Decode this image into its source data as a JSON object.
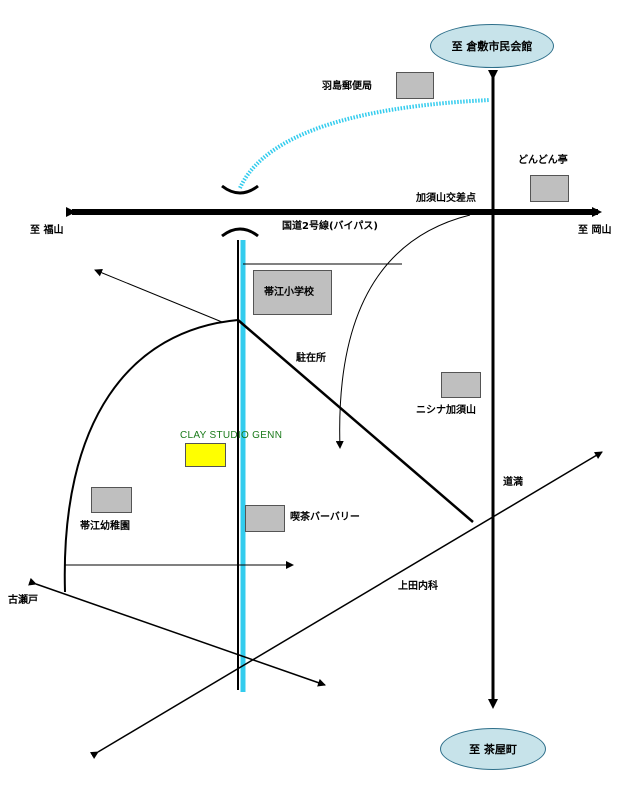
{
  "destinations": {
    "north": "至 倉敷市民会館",
    "south": "至 茶屋町",
    "west": "至 福山",
    "east": "至 岡山"
  },
  "roads": {
    "route2": "国道2号線(バイパス)",
    "junction": "加須山交差点"
  },
  "places": {
    "post_office": "羽島郵便局",
    "dondon": "どんどん亭",
    "school": "帯江小学校",
    "police": "駐在所",
    "nishina": "ニシナ加須山",
    "studio": "CLAY STUDIO GENN",
    "kissa": "喫茶バーバリー",
    "kindergarten": "帯江幼稚園",
    "dojo": "道満",
    "ueda": "上田内科",
    "furuse": "古瀬戸"
  },
  "colors": {
    "road": "#000000",
    "river": "#33ccee",
    "building": "#bfbfbf",
    "studio_marker": "#ffff00",
    "destination_bg": "#c7e3ea"
  }
}
